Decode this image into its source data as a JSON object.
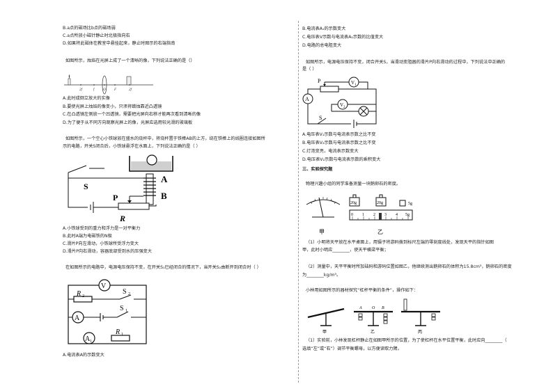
{
  "left": {
    "top_lines": [
      "B.a点的磁场比b点的磁场弱",
      "C.a点所放小磁针静止时北极指向右",
      "D.如果将此磁体在教室中悬挂起来，静止时图示的右端指南"
    ],
    "q_lens": {
      "stem": "如图所示，烛焰在光屏上成了一个清晰的像，下列说法正确的是（）",
      "fig_labels": [
        "2f",
        "f",
        "O",
        "F",
        "2f"
      ],
      "options": [
        "A.此时成倒立放大的实像",
        "B.要使光屏上烛焰的像变小，只须将蜡烛靠近凸透镜",
        "C.在凸透镜左侧放一个凹透镜，需要把光屏向右移才能再次看到清晰的像",
        "D.为了便于从不同方向观察光屏上的像，光屏应选用较光滑的玻璃板"
      ]
    },
    "q_spring": {
      "stem_1": "如图所示，一个空心小铁球放在盛水的烧杯中，将烧杯置于铁棒AB的上方，绕在铁棒上的线圈连接如图所",
      "stem_2": "示的电路，开关S闭合后，小铁球悬浮在水面上，下列说法正确的是（     ）",
      "fig_labels": {
        "a": "A",
        "b": "B",
        "s": "S",
        "p": "P",
        "r": "R"
      },
      "options": [
        "A.小铁球受到的重力和浮力是一对平衡力",
        "B.此时A端为电磁铁的N极",
        "C.滑片P向左滑动，小铁球所受浮力变大",
        "D.滑片P向右滑动，容器底部受到水的压强变大"
      ]
    },
    "q_circuit": {
      "stem": "在如图所示的电路中，电源电压保持不变，在开关S₁已经闭合的情况下，当开关S₂由断开到闭合时（     ）",
      "fig_labels": {
        "r2": "R",
        "r2_sub": "2",
        "s2": "S",
        "s2_sub": "2",
        "s1": "S",
        "s1_sub": "1",
        "r1": "R",
        "r1_sub": "1",
        "v": "V",
        "a": "A",
        "a1": "A",
        "a1_sub": "1"
      },
      "option_a": "A.电流表A的示数变大"
    }
  },
  "right": {
    "top_lines": [
      "B.电流表A₁的示数变大",
      "C.电压表V示数与电流表A₁示数的比值变大",
      "D.电路的总电阻变大"
    ],
    "q_rheostat": {
      "stem_1": "如图所示，电源电压保持不变，闭合开关S，当滑动变阻器的滑片P向右滑动的过程中，下列说法中正确的",
      "stem_2": "是（     ）",
      "fig_labels": {
        "p": "P",
        "v1": "V",
        "v1_sub": "1",
        "v2": "V",
        "v2_sub": "2",
        "a": "A",
        "s": "S"
      },
      "options": [
        "A.电压表V₁示数与电流表示数之比不变",
        "B.电压表V₂示数与电流表示数之比不变",
        "C.灯泡变亮，电流表示数变大",
        "D.电压表V₂示数与电流表示数的乘积变大"
      ]
    },
    "section": "三、实验探究题",
    "q_density": {
      "stem": "物理兴趣小组的同学准备测量一块鹅卵石的密度。",
      "fig_labels": {
        "w1": "20g",
        "w2": "20g",
        "w3": "5g",
        "scale": [
          "0",
          "1",
          "2",
          "3",
          "4",
          "5g"
        ],
        "jia": "甲",
        "yi": "乙"
      },
      "part1_a": "（1）小明将天平放在水平桌面上，用镊子将游码拨到标尺左端的零刻度线处，发现天平的指针如图",
      "part1_b": "甲，此时小明应________，使天平横梁平衡；",
      "part2_a": "（2）测量中，天平平衡时所加砝码和游码位置如图乙，他继续测出鹅卵石的体积为15.8cm³，鹅卵石的密度",
      "part2_b": "为________kg/m³。"
    },
    "q_lever": {
      "stem": "小林用如图所示的器材探究“杠杆平衡的条件”，操作如下：",
      "fig_labels": {
        "o": "O",
        "a": "A",
        "b": "B",
        "jia": "甲",
        "yi": "乙",
        "bing": "丙"
      },
      "part1_a": "（1）实验前，小林发现杠杆静止在如图甲所示的位置，为了使杠杆在水平位置平衡，此时应向________（",
      "part1_b": "选填“左”或“右”）调节平衡螺母，以方便读取力臂。"
    }
  }
}
